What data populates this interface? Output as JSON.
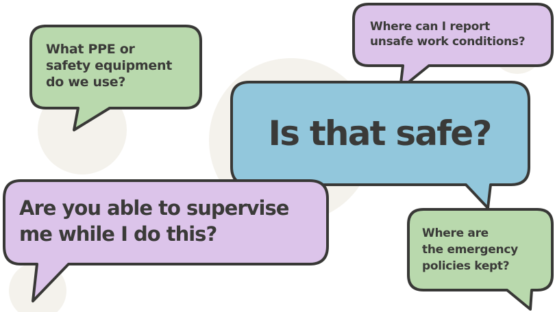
{
  "colors": {
    "outline": "#383836",
    "text": "#3a3a38",
    "green": "#b9d9ad",
    "lavender": "#dcc4ea",
    "blue": "#92c7dc",
    "background_circles": "#f4f2ec"
  },
  "bubbles": {
    "ppe": "What PPE or\nsafety equipment\ndo we use?",
    "report": "Where can I report\nunsafe work conditions?",
    "safe": "Is that safe?",
    "supervise": "Are you able to supervise\nme while I do this?",
    "emergency": "Where are\nthe emergency\npolicies kept?"
  }
}
